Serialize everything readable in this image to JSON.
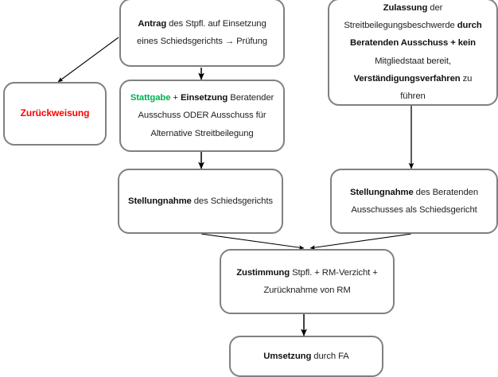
{
  "diagram": {
    "title": "Ablaufdiagramm Schiedsverfahren",
    "colors": {
      "box_border": "#808080",
      "arrow": "#000000",
      "accent_green": "#00b050",
      "accent_red": "#ff0000",
      "text": "#222222",
      "background": "#ffffff"
    },
    "nodes": {
      "antrag": {
        "line1_bold": "Antrag",
        "line1_rest": " des Stpfl. auf Einsetzung",
        "line2": "eines Schiedsgerichts → Prüfung"
      },
      "zulassung": {
        "line1_bold": "Zulassung",
        "line1_rest": " der",
        "line2_rest": "Streitbeilegungsbeschwerde ",
        "line2_bold": "durch",
        "line3_bold": "Beratenden Ausschuss + kein",
        "line4": "Mitgliedstaat bereit,",
        "line5_bold": "Verständigungsverfahren",
        "line5_rest": " zu",
        "line6": "führen"
      },
      "zurueckweisung": {
        "label": "Zurückweisung"
      },
      "stattgabe": {
        "line1_green": "Stattgabe",
        "line1_mid": " + ",
        "line1_bold": "Einsetzung",
        "line1_rest": " Beratender",
        "line2": "Ausschuss ODER Ausschuss für",
        "line3": "Alternative Streitbeilegung"
      },
      "stellungnahme_schiedsgericht": {
        "line1_bold": "Stellungnahme",
        "line1_rest": " des Schiedsgerichts"
      },
      "stellungnahme_beratender_ausschuss": {
        "line1_bold": "Stellungnahme",
        "line1_rest": " des Beratenden",
        "line2": "Ausschusses als Schiedsgericht"
      },
      "zustimmung": {
        "line1_bold": "Zustimmung",
        "line1_rest": " Stpfl. + RM-Verzicht +",
        "line2": "Zurücknahme von RM"
      },
      "umsetzung": {
        "line1_bold": "Umsetzung",
        "line1_rest": " durch FA"
      }
    },
    "edges": [
      {
        "name": "antrag-to-zurueckweisung",
        "from": "antrag",
        "to": "zurueckweisung",
        "style": "diagonal"
      },
      {
        "name": "antrag-to-stattgabe",
        "from": "antrag",
        "to": "stattgabe",
        "style": "vertical"
      },
      {
        "name": "stattgabe-to-stellungnahme-schiedsgericht",
        "from": "stattgabe",
        "to": "stellungnahme_schiedsgericht",
        "style": "vertical"
      },
      {
        "name": "zulassung-to-stellungnahme-beratender-ausschuss",
        "from": "zulassung",
        "to": "stellungnahme_beratender_ausschuss",
        "style": "vertical"
      },
      {
        "name": "stellungnahme-schiedsgericht-to-zustimmung",
        "from": "stellungnahme_schiedsgericht",
        "to": "zustimmung",
        "style": "diagonal"
      },
      {
        "name": "stellungnahme-beratender-ausschuss-to-zustimmung",
        "from": "stellungnahme_beratender_ausschuss",
        "to": "zustimmung",
        "style": "diagonal"
      },
      {
        "name": "zustimmung-to-umsetzung",
        "from": "zustimmung",
        "to": "umsetzung",
        "style": "vertical"
      }
    ]
  }
}
